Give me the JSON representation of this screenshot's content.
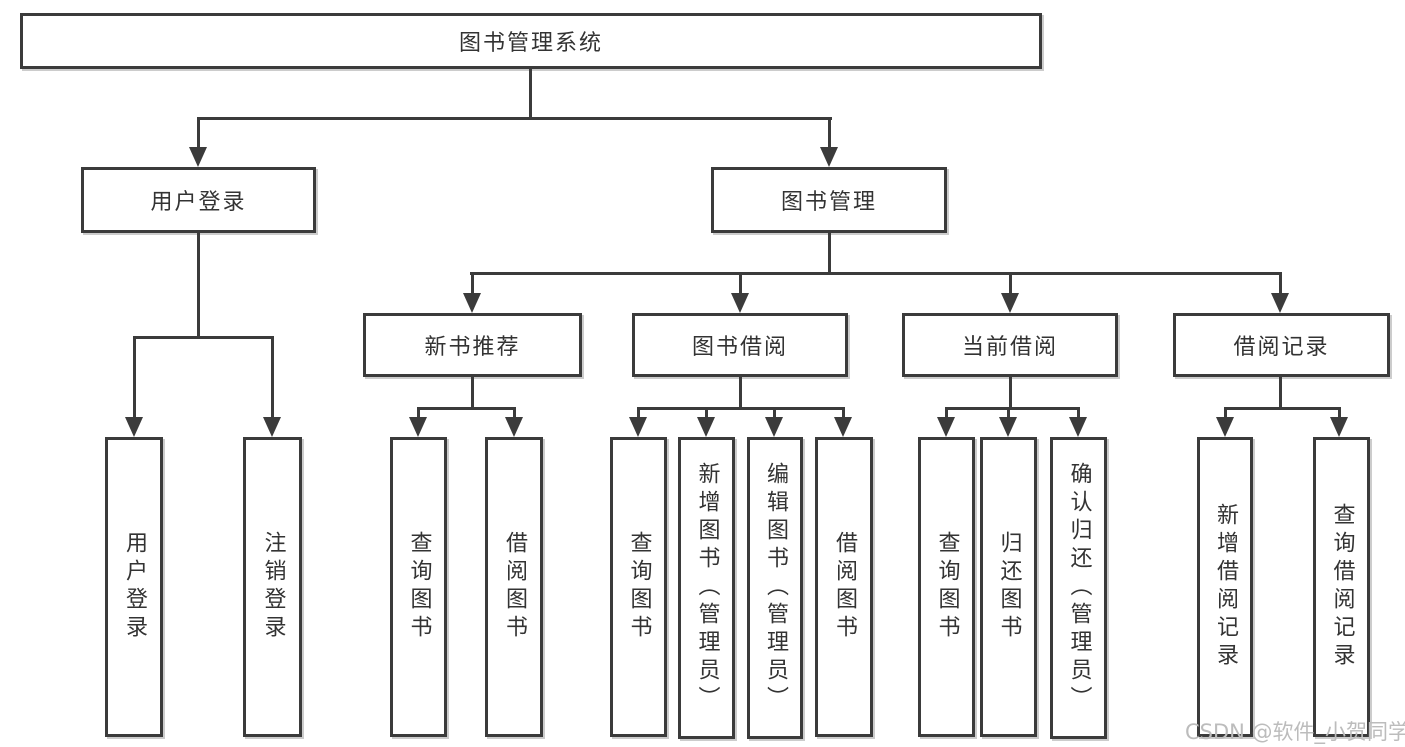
{
  "tree": {
    "root": {
      "label": "图书管理系统"
    },
    "user_login": {
      "label": "用户登录",
      "children": [
        {
          "label": "用户登录"
        },
        {
          "label": "注销登录"
        }
      ]
    },
    "book_mgmt": {
      "label": "图书管理",
      "children": [
        {
          "label": "新书推荐",
          "children": [
            {
              "label": "查询图书"
            },
            {
              "label": "借阅图书"
            }
          ]
        },
        {
          "label": "图书借阅",
          "children": [
            {
              "label": "查询图书"
            },
            {
              "label": "新增图书（管理员）"
            },
            {
              "label": "编辑图书（管理员）"
            },
            {
              "label": "借阅图书"
            }
          ]
        },
        {
          "label": "当前借阅",
          "children": [
            {
              "label": "查询图书"
            },
            {
              "label": "归还图书"
            },
            {
              "label": "确认归还（管理员）"
            }
          ]
        },
        {
          "label": "借阅记录",
          "children": [
            {
              "label": "新增借阅记录"
            },
            {
              "label": "查询借阅记录"
            }
          ]
        }
      ]
    }
  },
  "watermark": {
    "text": "CSDN @软件_小贺同学"
  },
  "colors": {
    "line": "#3b3b3b",
    "text": "#333333",
    "watermark": "#bcbcbc",
    "background": "#ffffff"
  }
}
